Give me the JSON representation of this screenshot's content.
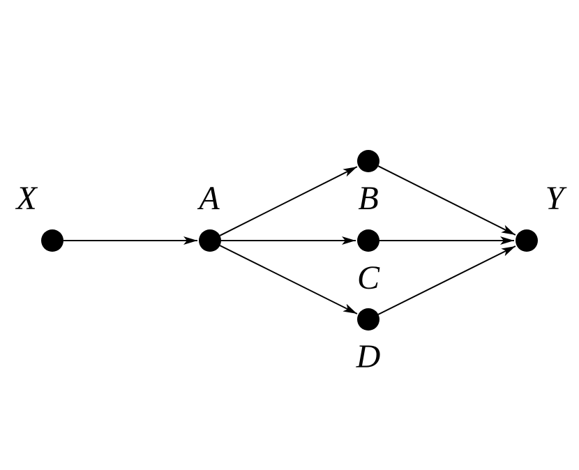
{
  "diagram": {
    "type": "directed-graph",
    "nodes": [
      {
        "id": "X",
        "label": "X"
      },
      {
        "id": "A",
        "label": "A"
      },
      {
        "id": "B",
        "label": "B"
      },
      {
        "id": "C",
        "label": "C"
      },
      {
        "id": "D",
        "label": "D"
      },
      {
        "id": "Y",
        "label": "Y"
      }
    ],
    "edges": [
      {
        "from": "X",
        "to": "A"
      },
      {
        "from": "A",
        "to": "B"
      },
      {
        "from": "A",
        "to": "C"
      },
      {
        "from": "A",
        "to": "D"
      },
      {
        "from": "B",
        "to": "Y"
      },
      {
        "from": "C",
        "to": "Y"
      },
      {
        "from": "D",
        "to": "Y"
      }
    ]
  },
  "colors": {
    "node": "#000000",
    "edge": "#000000",
    "background": "#ffffff"
  }
}
